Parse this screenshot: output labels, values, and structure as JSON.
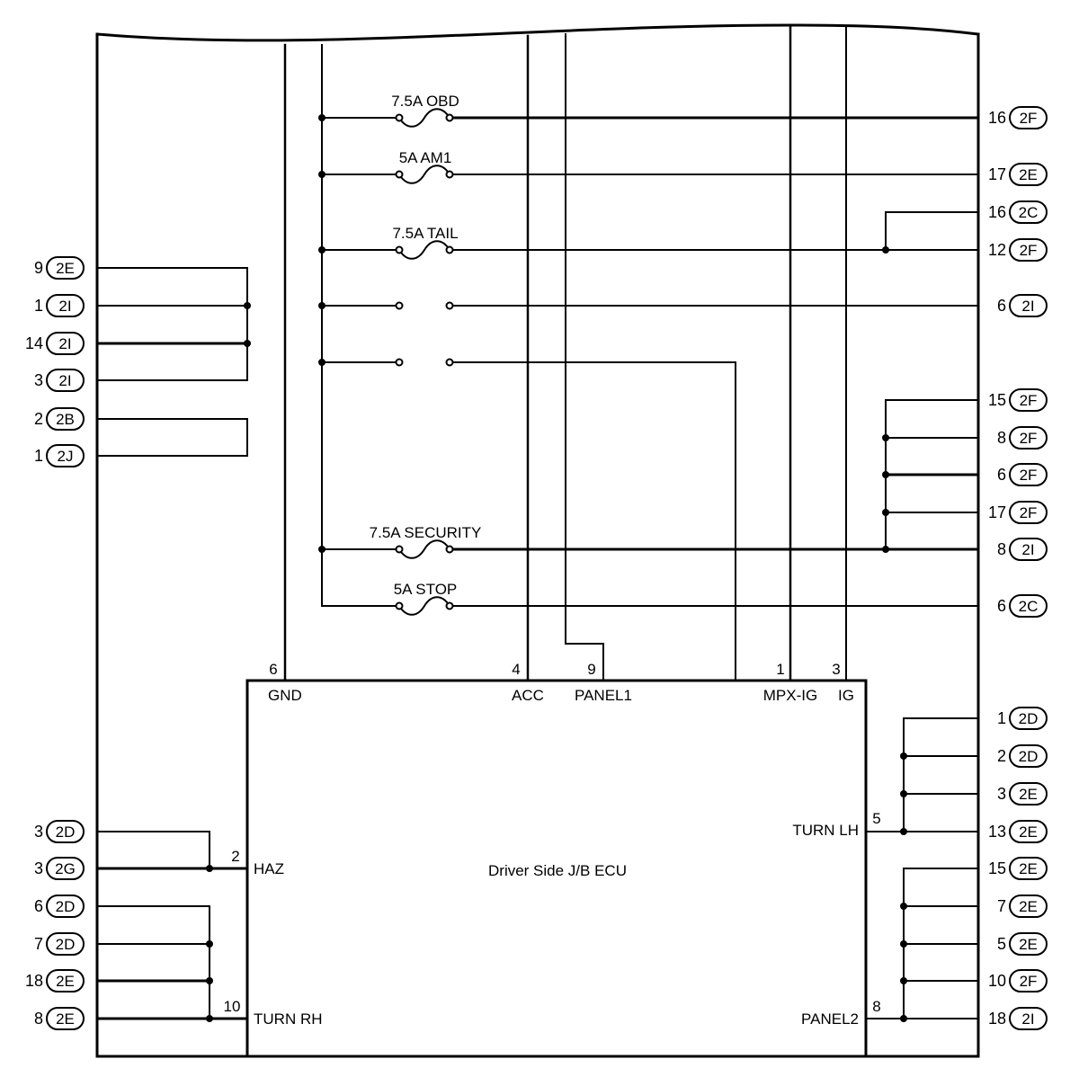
{
  "ecu": {
    "title": "Driver Side J/B ECU",
    "pins_top": [
      {
        "num": "6",
        "name": "GND"
      },
      {
        "num": "4",
        "name": "ACC"
      },
      {
        "num": "9",
        "name": "PANEL1"
      },
      {
        "num": "1",
        "name": "MPX-IG"
      },
      {
        "num": "3",
        "name": "IG"
      }
    ],
    "pins_left": [
      {
        "num": "2",
        "name": "HAZ"
      },
      {
        "num": "10",
        "name": "TURN RH"
      }
    ],
    "pins_right": [
      {
        "num": "5",
        "name": "TURN LH"
      },
      {
        "num": "8",
        "name": "PANEL2"
      }
    ]
  },
  "fuses": [
    {
      "label": "7.5A OBD"
    },
    {
      "label": "5A AM1"
    },
    {
      "label": "7.5A TAIL"
    },
    {
      "label": "7.5A SECURITY"
    },
    {
      "label": "5A STOP"
    }
  ],
  "left_connectors": [
    {
      "pin": "9",
      "conn": "2E"
    },
    {
      "pin": "1",
      "conn": "2I"
    },
    {
      "pin": "14",
      "conn": "2I"
    },
    {
      "pin": "3",
      "conn": "2I"
    },
    {
      "pin": "2",
      "conn": "2B"
    },
    {
      "pin": "1",
      "conn": "2J"
    },
    {
      "pin": "3",
      "conn": "2D"
    },
    {
      "pin": "3",
      "conn": "2G"
    },
    {
      "pin": "6",
      "conn": "2D"
    },
    {
      "pin": "7",
      "conn": "2D"
    },
    {
      "pin": "18",
      "conn": "2E"
    },
    {
      "pin": "8",
      "conn": "2E"
    }
  ],
  "right_connectors": [
    {
      "pin": "16",
      "conn": "2F"
    },
    {
      "pin": "17",
      "conn": "2E"
    },
    {
      "pin": "16",
      "conn": "2C"
    },
    {
      "pin": "12",
      "conn": "2F"
    },
    {
      "pin": "6",
      "conn": "2I"
    },
    {
      "pin": "15",
      "conn": "2F"
    },
    {
      "pin": "8",
      "conn": "2F"
    },
    {
      "pin": "6",
      "conn": "2F"
    },
    {
      "pin": "17",
      "conn": "2F"
    },
    {
      "pin": "8",
      "conn": "2I"
    },
    {
      "pin": "6",
      "conn": "2C"
    },
    {
      "pin": "1",
      "conn": "2D"
    },
    {
      "pin": "2",
      "conn": "2D"
    },
    {
      "pin": "3",
      "conn": "2E"
    },
    {
      "pin": "13",
      "conn": "2E"
    },
    {
      "pin": "15",
      "conn": "2E"
    },
    {
      "pin": "7",
      "conn": "2E"
    },
    {
      "pin": "5",
      "conn": "2E"
    },
    {
      "pin": "10",
      "conn": "2F"
    },
    {
      "pin": "18",
      "conn": "2I"
    }
  ]
}
